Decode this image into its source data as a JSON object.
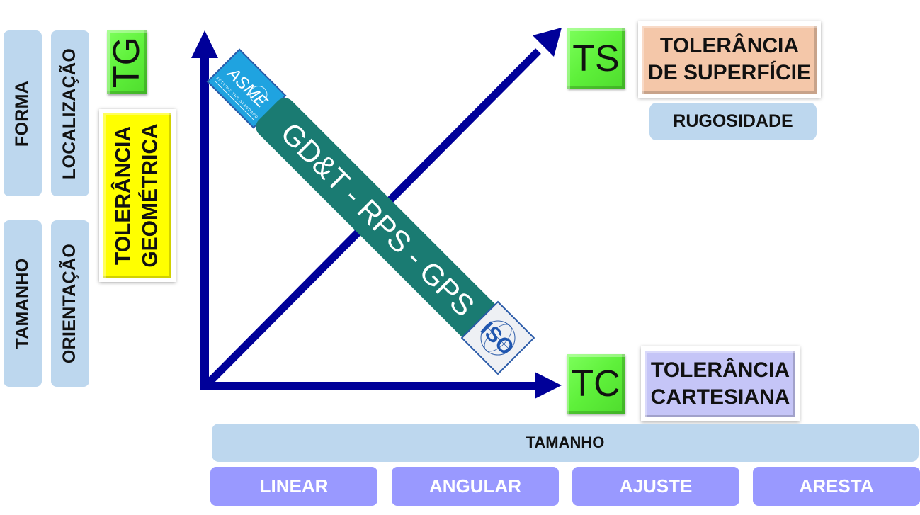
{
  "left_column": {
    "outer": [
      {
        "label": "FORMA"
      },
      {
        "label": "TAMANHO"
      }
    ],
    "inner": [
      {
        "label": "LOCALIZAÇÃO"
      },
      {
        "label": "ORIENTAÇÃO"
      }
    ]
  },
  "geometric": {
    "badge": "TG",
    "title_line1": "TOLERÂNCIA",
    "title_line2": "GEOMÉTRICA",
    "color": "#ffff00"
  },
  "surface": {
    "badge": "TS",
    "title_line1": "TOLERÂNCIA",
    "title_line2": "DE SUPERFÍCIE",
    "sub": "RUGOSIDADE",
    "color": "#f4c7a9"
  },
  "cartesian": {
    "badge": "TC",
    "title_line1": "TOLERÂNCIA",
    "title_line2": "CARTESIANA",
    "color": "#c5c5f7"
  },
  "diagonal_band": {
    "label": "GD&T - RPS - GPS",
    "color": "#1a7b72"
  },
  "logos": {
    "asme": {
      "name": "ASME",
      "tagline": "SETTING THE STANDARD"
    },
    "iso": {
      "name": "ISO"
    }
  },
  "size_section": {
    "title": "TAMANHO",
    "items": [
      {
        "label": "LINEAR"
      },
      {
        "label": "ANGULAR"
      },
      {
        "label": "AJUSTE"
      },
      {
        "label": "ARESTA"
      }
    ]
  },
  "colors": {
    "axis": "#000099",
    "green": "#66ff44",
    "pill_blue": "#bdd7ee",
    "pill_purple": "#9999ff"
  }
}
